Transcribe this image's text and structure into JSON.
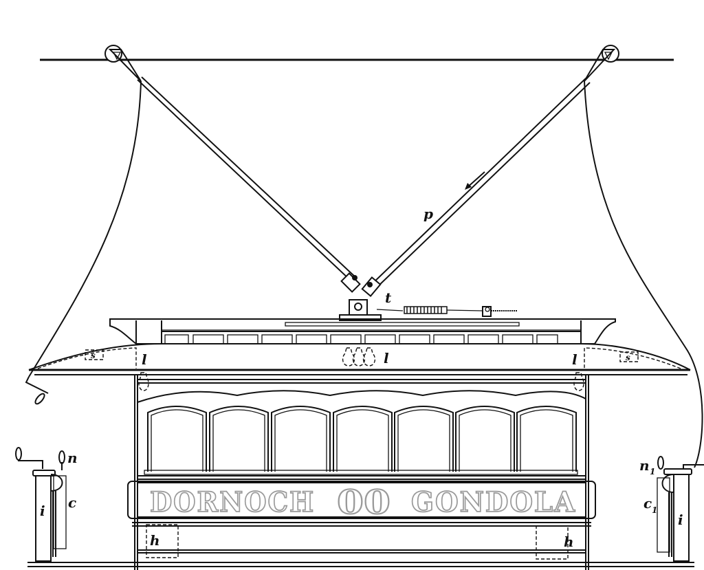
{
  "diagram": {
    "subject": "Electric tram car with trolley poles and overhead wire (side elevation)",
    "sign": {
      "left_word": "DORNOCH",
      "number": "00",
      "right_word": "GONDOLA",
      "text_color": "#9a9a9a"
    },
    "labels": {
      "pole": "p",
      "trolley_base": "t",
      "lamp_left": "l",
      "lamp_center": "l",
      "lamp_right": "l",
      "sign_box_left": "s",
      "sign_box_right": "s",
      "hood_left": "h",
      "hood_right": "h",
      "winch_handle_left": "n",
      "winch_handle_right": "n",
      "winch_handle_right_sub": "1",
      "cord_left": "c",
      "cord_right": "c",
      "cord_right_sub": "1",
      "post_left": "i",
      "post_right": "i"
    },
    "windows_count": 7,
    "line_color": "#111111",
    "background": "#ffffff"
  }
}
